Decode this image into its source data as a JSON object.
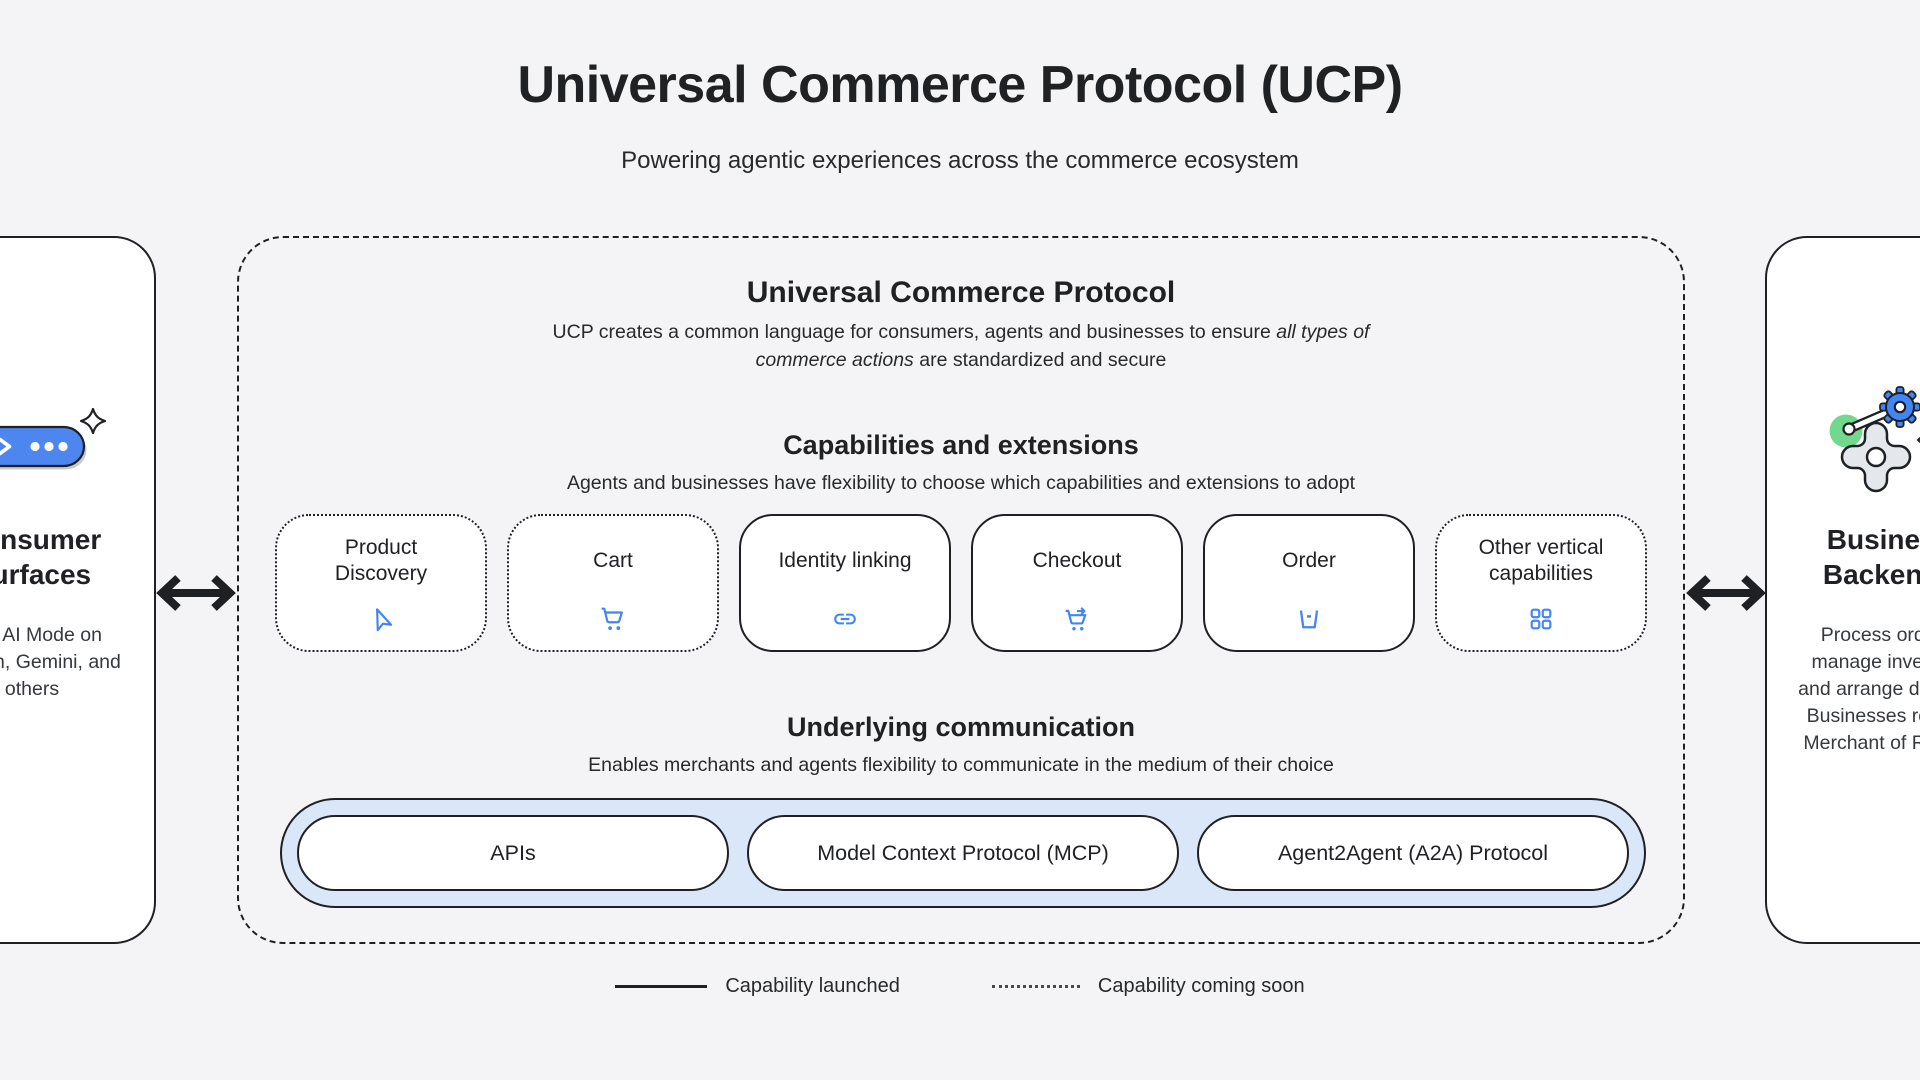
{
  "page": {
    "title": "Universal Commerce Protocol (UCP)",
    "subtitle": "Powering agentic experiences across the commerce ecosystem"
  },
  "left_card": {
    "name": "Consumer Surfaces",
    "title_lines": [
      "Consumer",
      "Surfaces"
    ],
    "desc_lines": [
      "Like AI Mode on",
      "Search, Gemini, and",
      "others"
    ],
    "icon": "ai-chat-pill-with-sparkle"
  },
  "center_panel": {
    "title": "Universal Commerce Protocol",
    "description": {
      "line1_text": "UCP creates a common language for consumers, agents and businesses to ensure ",
      "line1_italic": "all types of",
      "line2_italic": "commerce actions",
      "line2_text": " are standardized and secure"
    },
    "capabilities": {
      "title": "Capabilities and extensions",
      "subtitle": "Agents and businesses have flexibility to choose which capabilities and extensions to adopt",
      "items": [
        {
          "label": "Product Discovery",
          "icon": "navigation-send-icon",
          "status": "coming soon"
        },
        {
          "label": "Cart",
          "icon": "shopping-cart-icon",
          "status": "coming soon"
        },
        {
          "label": "Identity linking",
          "icon": "link-icon",
          "status": "launched"
        },
        {
          "label": "Checkout",
          "icon": "cart-checkout-icon",
          "status": "launched"
        },
        {
          "label": "Order",
          "icon": "order-box-icon",
          "status": "launched"
        },
        {
          "label": "Other vertical capabilities",
          "icon": "grid-apps-icon",
          "status": "coming soon"
        }
      ]
    },
    "communication": {
      "title": "Underlying communication",
      "subtitle": "Enables merchants and agents flexibility to communicate in the medium of their choice",
      "protocols": [
        "APIs",
        "Model Context Protocol (MCP)",
        "Agent2Agent (A2A) Protocol"
      ]
    }
  },
  "right_card": {
    "name": "Business Backends",
    "title_lines": [
      "Business",
      "Backends"
    ],
    "desc_lines": [
      "Process orders,",
      "manage inventory",
      "and arrange delivery.",
      "Businesses remain",
      "Merchant of Record"
    ],
    "icon": "gears-linkage-icon"
  },
  "legend": {
    "launched_label": "Capability launched",
    "coming_soon_label": "Capability coming soon"
  },
  "colors": {
    "background": "#F4F4F6",
    "border_dark": "#1F2023",
    "icon_blue": "#4285F4",
    "pill_blue": "#4C86EE",
    "protocol_bar_blue": "#D9E7F8",
    "green": "#71D88E",
    "gear_gray": "#E4E7EB",
    "text": "#202124"
  }
}
